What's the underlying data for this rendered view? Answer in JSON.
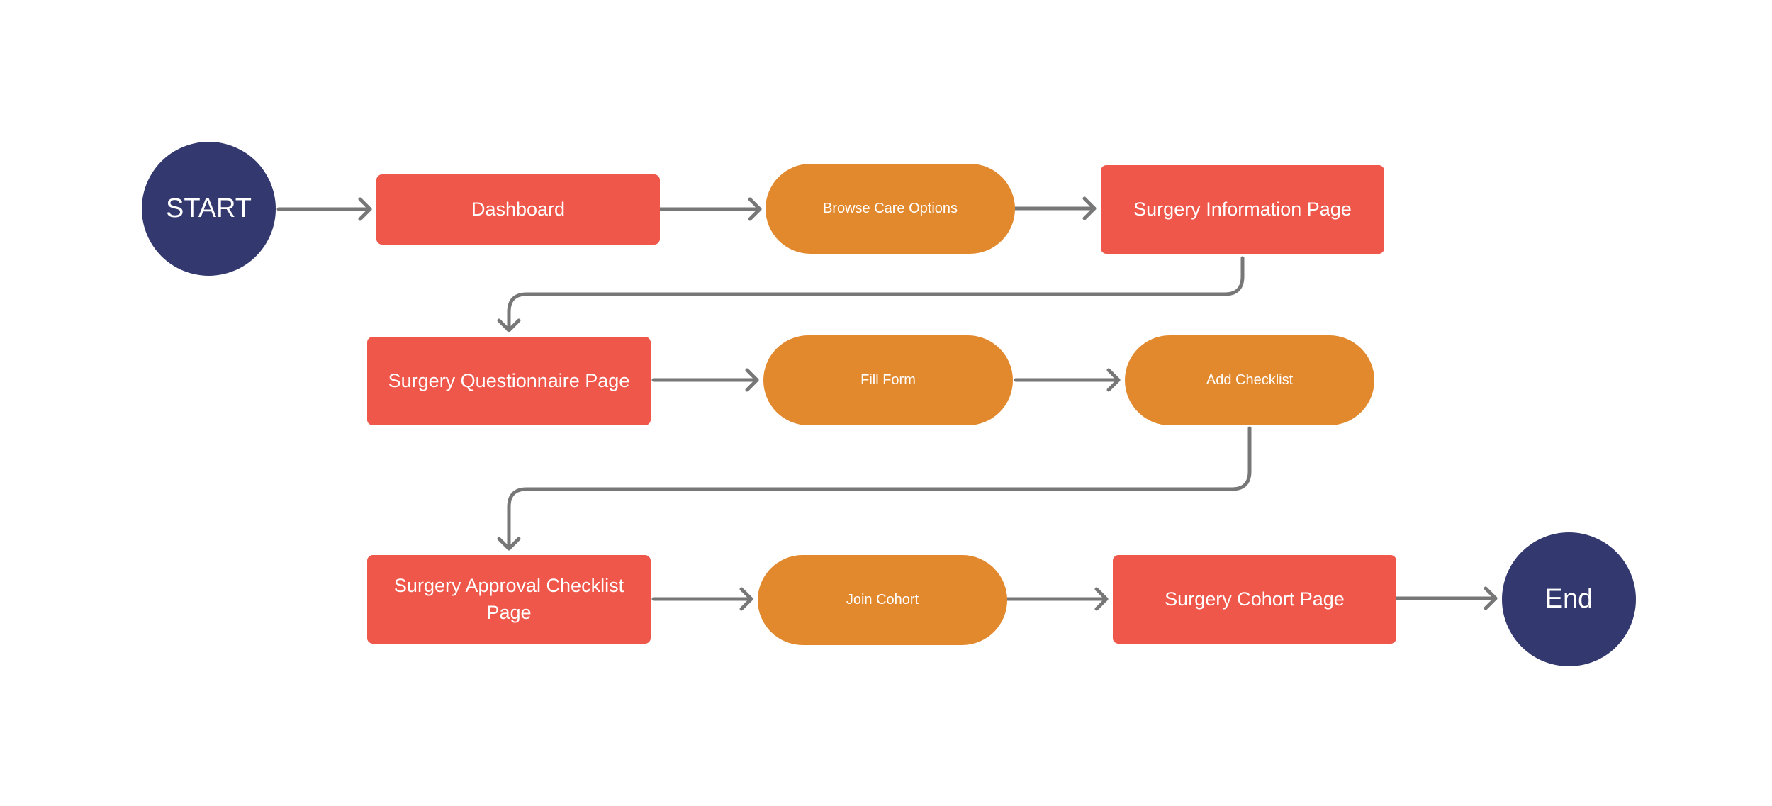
{
  "colors": {
    "terminal": "#33386f",
    "page": "#f0574b",
    "action": "#e2892e",
    "connector": "#777777",
    "text": "#ffffff"
  },
  "nodes": {
    "start": {
      "label": "START",
      "kind": "terminal"
    },
    "dashboard": {
      "label": "Dashboard",
      "kind": "page"
    },
    "browse_care_options": {
      "label": "Browse Care Options",
      "kind": "action"
    },
    "surgery_information_page": {
      "label": "Surgery Information Page",
      "kind": "page"
    },
    "surgery_questionnaire_page": {
      "label": "Surgery Questionnaire Page",
      "kind": "page"
    },
    "fill_form": {
      "label": "Fill Form",
      "kind": "action"
    },
    "add_checklist": {
      "label": "Add Checklist",
      "kind": "action"
    },
    "surgery_approval_checklist_page": {
      "label": "Surgery Approval Checklist Page",
      "kind": "page"
    },
    "join_cohort": {
      "label": "Join Cohort",
      "kind": "action"
    },
    "surgery_cohort_page": {
      "label": "Surgery Cohort Page",
      "kind": "page"
    },
    "end": {
      "label": "End",
      "kind": "terminal"
    }
  },
  "edges": [
    {
      "from": "start",
      "to": "dashboard"
    },
    {
      "from": "dashboard",
      "to": "browse_care_options"
    },
    {
      "from": "browse_care_options",
      "to": "surgery_information_page"
    },
    {
      "from": "surgery_information_page",
      "to": "surgery_questionnaire_page"
    },
    {
      "from": "surgery_questionnaire_page",
      "to": "fill_form"
    },
    {
      "from": "fill_form",
      "to": "add_checklist"
    },
    {
      "from": "add_checklist",
      "to": "surgery_approval_checklist_page"
    },
    {
      "from": "surgery_approval_checklist_page",
      "to": "join_cohort"
    },
    {
      "from": "join_cohort",
      "to": "surgery_cohort_page"
    },
    {
      "from": "surgery_cohort_page",
      "to": "end"
    }
  ]
}
